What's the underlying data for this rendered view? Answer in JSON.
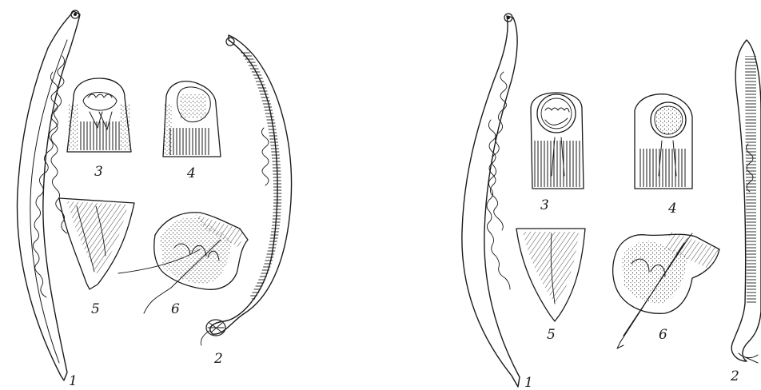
{
  "panels": [
    {
      "id": "left",
      "labels": {
        "worm_female": "1",
        "worm_male": "2",
        "head_ventral": "3",
        "head_lateral": "4",
        "tail_female": "5",
        "tail_male": "6"
      }
    },
    {
      "id": "right",
      "labels": {
        "worm_female": "1",
        "worm_male": "2",
        "head_ventral": "3",
        "head_lateral": "4",
        "tail_female": "5",
        "tail_male": "6"
      }
    }
  ],
  "colors": {
    "ink": "#1a1a1a",
    "paper": "#ffffff"
  }
}
